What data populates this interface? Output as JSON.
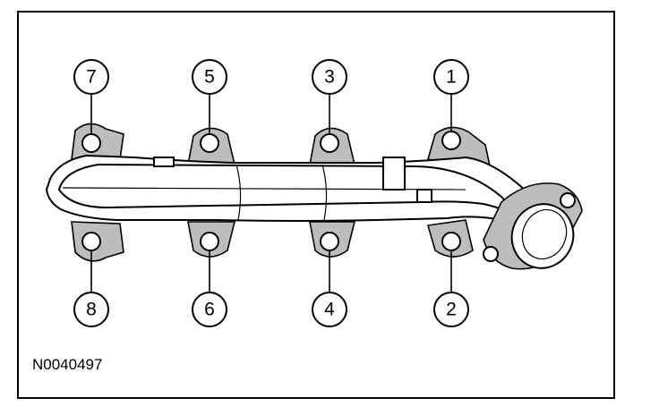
{
  "figure": {
    "reference_id": "N0040497",
    "callouts": [
      {
        "label": "7",
        "position": "top"
      },
      {
        "label": "5",
        "position": "top"
      },
      {
        "label": "3",
        "position": "top"
      },
      {
        "label": "1",
        "position": "top"
      },
      {
        "label": "8",
        "position": "bottom"
      },
      {
        "label": "6",
        "position": "bottom"
      },
      {
        "label": "4",
        "position": "bottom"
      },
      {
        "label": "2",
        "position": "bottom"
      }
    ]
  }
}
